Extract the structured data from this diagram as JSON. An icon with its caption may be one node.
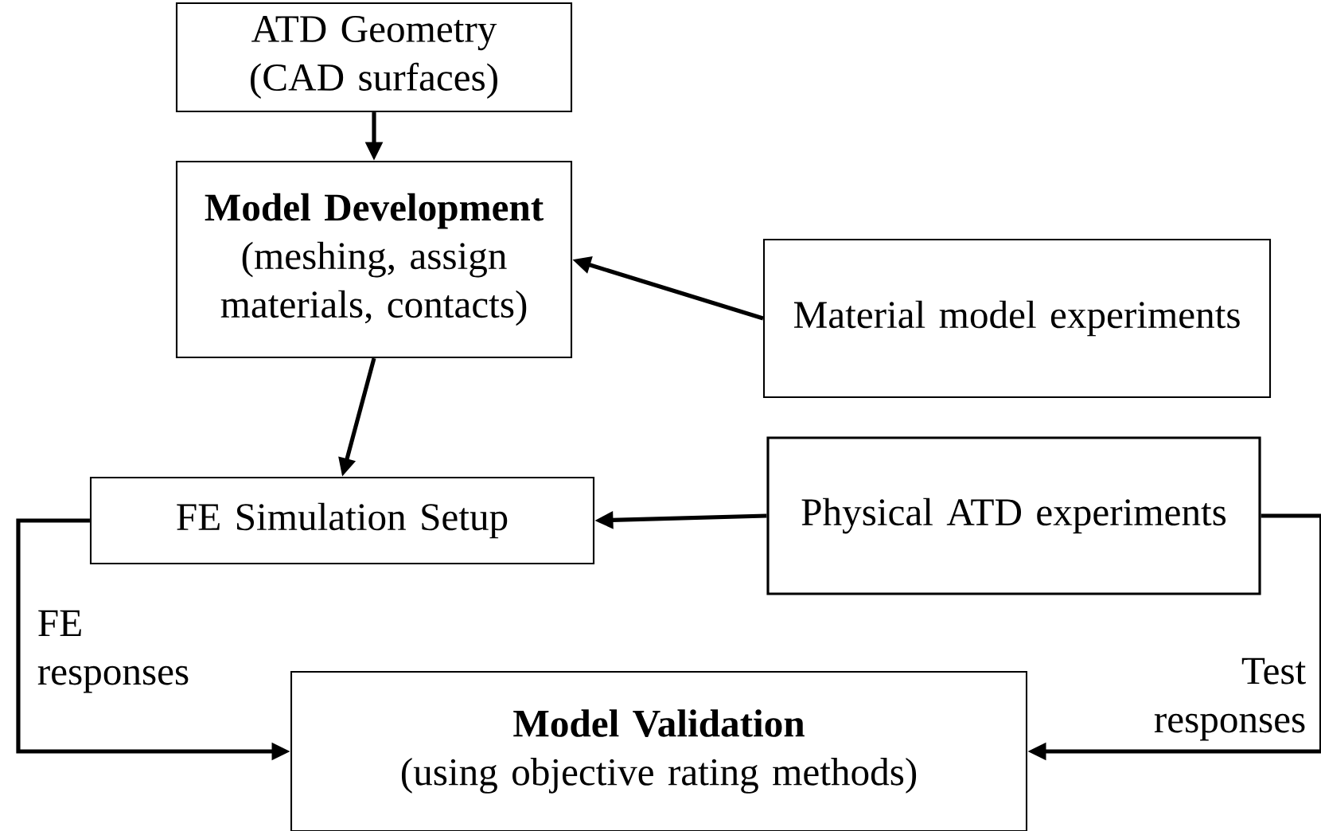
{
  "diagram": {
    "nodes": [
      {
        "text": [
          "ATD Geometry (CAD surfaces)"
        ]
      },
      {
        "text": [
          "Model Development",
          "(meshing, assign materials, contacts)"
        ]
      },
      {
        "text": [
          "Material model experiments"
        ]
      },
      {
        "text": [
          "FE Simulation Setup"
        ]
      },
      {
        "text": [
          "Physical ATD experiments"
        ]
      },
      {
        "text": [
          "Model Validation",
          "(using objective rating methods)"
        ]
      }
    ],
    "edges": [
      {
        "from": 0,
        "to": 1,
        "arrow": "to"
      },
      {
        "from": 2,
        "to": 1,
        "arrow": "to"
      },
      {
        "from": 1,
        "to": 3,
        "arrow": "to"
      },
      {
        "from": 4,
        "to": 3,
        "arrow": "to"
      },
      {
        "from": 3,
        "to": 5,
        "arrow": "to",
        "label": "FE responses"
      },
      {
        "from": 4,
        "to": 5,
        "arrow": "to",
        "label": "Test responses"
      }
    ]
  }
}
